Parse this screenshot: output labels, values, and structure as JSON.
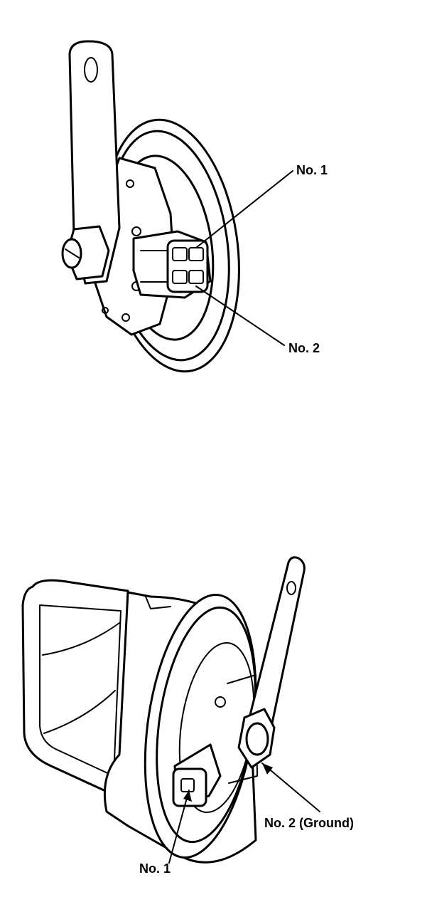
{
  "figure_top": {
    "callouts": [
      {
        "id": "no1",
        "text": "No. 1"
      },
      {
        "id": "no2",
        "text": "No. 2"
      }
    ]
  },
  "figure_bottom": {
    "callouts": [
      {
        "id": "no2ground",
        "text": "No. 2 (Ground)"
      },
      {
        "id": "no1",
        "text": "No. 1"
      }
    ]
  }
}
